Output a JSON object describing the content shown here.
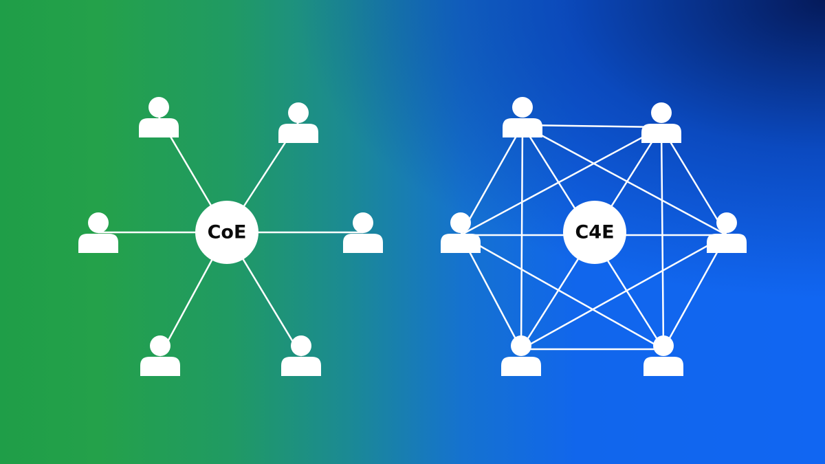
{
  "diagrams": [
    {
      "id": "coe",
      "hub_label": "CoE",
      "topology": "star",
      "member_count": 6,
      "color": "#ffffff"
    },
    {
      "id": "c4e",
      "hub_label": "C4E",
      "topology": "mesh",
      "member_count": 6,
      "color": "#ffffff"
    }
  ],
  "icons": {
    "member": "person-icon"
  },
  "colors": {
    "background_left": "#24a14a",
    "background_right": "#1166f2",
    "background_corner": "#041652",
    "foreground": "#ffffff",
    "hub_text": "#0a0a0a"
  }
}
